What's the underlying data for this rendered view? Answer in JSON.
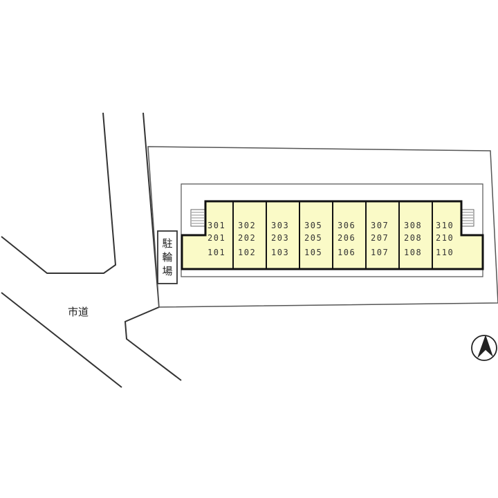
{
  "map": {
    "road_label": "市道",
    "bike_parking_chars": [
      "駐",
      "輪",
      "場"
    ],
    "compass": "north-arrow-icon",
    "units": [
      {
        "top": "301",
        "mid": "201",
        "bottom": "101"
      },
      {
        "top": "302",
        "mid": "202",
        "bottom": "102"
      },
      {
        "top": "303",
        "mid": "203",
        "bottom": "103"
      },
      {
        "top": "305",
        "mid": "205",
        "bottom": "105"
      },
      {
        "top": "306",
        "mid": "206",
        "bottom": "106"
      },
      {
        "top": "307",
        "mid": "207",
        "bottom": "107"
      },
      {
        "top": "308",
        "mid": "208",
        "bottom": "108"
      },
      {
        "top": "310",
        "mid": "210",
        "bottom": "110"
      }
    ],
    "colors": {
      "building_fill": "#fafac7",
      "outline": "#111111"
    }
  }
}
